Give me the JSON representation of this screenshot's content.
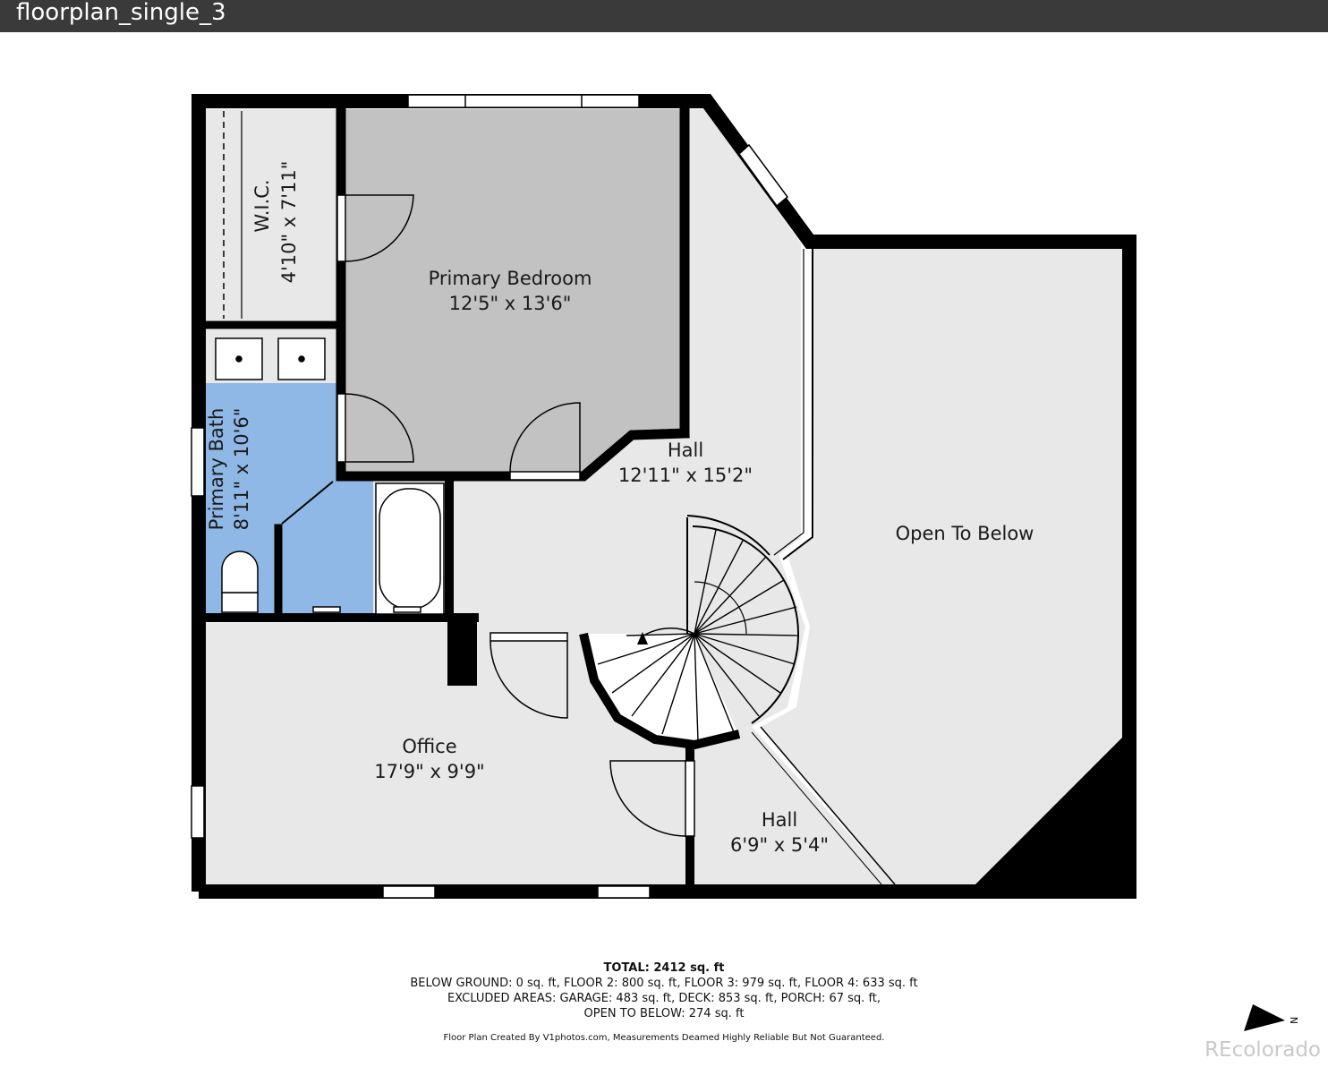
{
  "header": {
    "title": "floorplan_single_3"
  },
  "rooms": {
    "wic": {
      "name": "W.I.C.",
      "dims": "4'10\" x 7'11\""
    },
    "primary_bedroom": {
      "name": "Primary Bedroom",
      "dims": "12'5\" x 13'6\""
    },
    "primary_bath": {
      "name": "Primary Bath",
      "dims": "8'11\" x 10'6\""
    },
    "hall_upper": {
      "name": "Hall",
      "dims": "12'11\" x 15'2\""
    },
    "open_to_below": {
      "name": "Open To Below"
    },
    "office": {
      "name": "Office",
      "dims": "17'9\" x 9'9\""
    },
    "hall_lower": {
      "name": "Hall",
      "dims": "6'9\" x 5'4\""
    }
  },
  "colors": {
    "bedroom_fill": "#c2c2c2",
    "bath_fill": "#8fb8e6",
    "floor_fill": "#e8e8e8",
    "wall": "#000000"
  },
  "footer": {
    "total": "TOTAL: 2412 sq. ft",
    "line1": "BELOW GROUND: 0 sq. ft, FLOOR 2: 800 sq. ft, FLOOR 3: 979 sq. ft, FLOOR 4: 633 sq. ft",
    "line2": "EXCLUDED AREAS: GARAGE: 483 sq. ft, DECK: 853 sq. ft, PORCH: 67 sq. ft,",
    "line3": "OPEN TO BELOW: 274 sq. ft",
    "credit": "Floor Plan Created By V1photos.com, Measurements Deamed Highly Reliable But Not Guaranteed."
  },
  "compass": {
    "label": "N"
  },
  "brand": "REcolorado"
}
